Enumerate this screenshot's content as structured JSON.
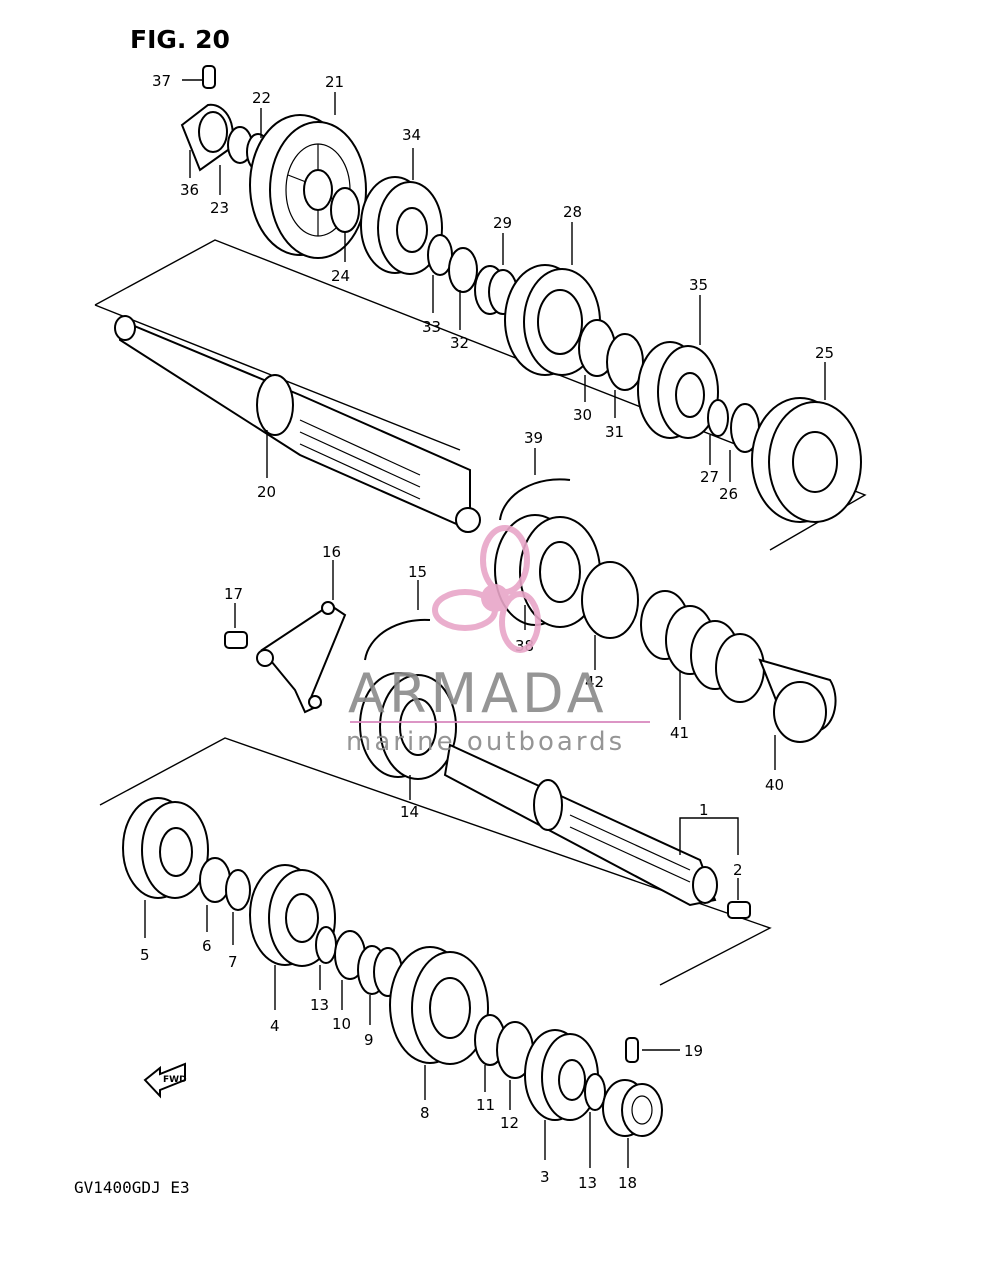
{
  "figure": {
    "title": "FIG. 20",
    "model_code": "GV1400GDJ E3",
    "fwd_label": "FWD"
  },
  "watermark": {
    "brand": "ARMADA",
    "tagline": "marine outboards",
    "colors": {
      "logo": "#e8a6c8",
      "text": "#8a8a8a",
      "underline": "#d98abf"
    }
  },
  "callouts": {
    "c1": "1",
    "c2": "2",
    "c3": "3",
    "c4": "4",
    "c5": "5",
    "c6": "6",
    "c7": "7",
    "c8": "8",
    "c9": "9",
    "c10": "10",
    "c11": "11",
    "c12": "12",
    "c13a": "13",
    "c13b": "13",
    "c14": "14",
    "c15": "15",
    "c16": "16",
    "c17": "17",
    "c18": "18",
    "c19": "19",
    "c20": "20",
    "c21": "21",
    "c22": "22",
    "c23": "23",
    "c24": "24",
    "c25": "25",
    "c26": "26",
    "c27": "27",
    "c28": "28",
    "c29": "29",
    "c30": "30",
    "c31": "31",
    "c32": "32",
    "c33": "33",
    "c34": "34",
    "c35": "35",
    "c36": "36",
    "c37": "37",
    "c38": "38",
    "c39": "39",
    "c40": "40",
    "c41": "41",
    "c42": "42"
  }
}
